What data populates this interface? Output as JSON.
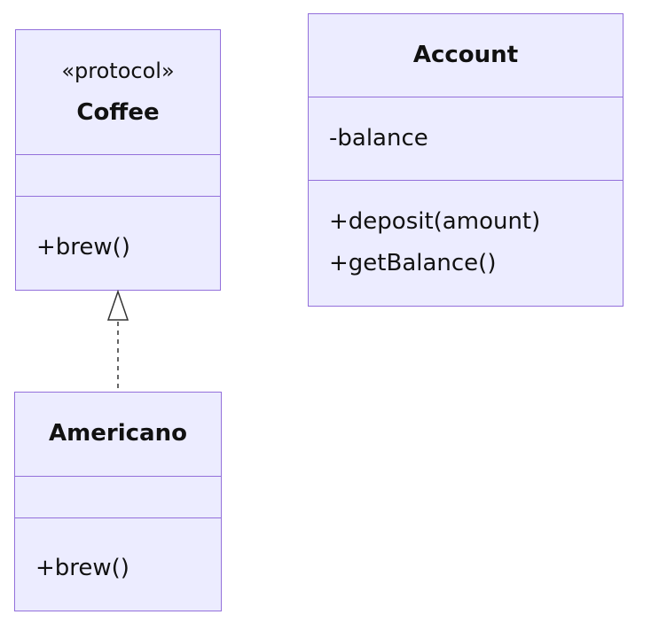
{
  "classes": {
    "coffee": {
      "stereotype": "«protocol»",
      "name": "Coffee",
      "attributes": [],
      "methods": [
        "+brew()"
      ]
    },
    "account": {
      "name": "Account",
      "attributes": [
        "-balance"
      ],
      "methods": [
        "+deposit(amount)",
        "+getBalance()"
      ]
    },
    "americano": {
      "name": "Americano",
      "attributes": [],
      "methods": [
        "+brew()"
      ]
    }
  },
  "relations": [
    {
      "from": "americano",
      "to": "coffee",
      "type": "realization"
    }
  ],
  "colors": {
    "fill": "#ECECFF",
    "stroke": "#9370DB",
    "line": "#333333"
  }
}
